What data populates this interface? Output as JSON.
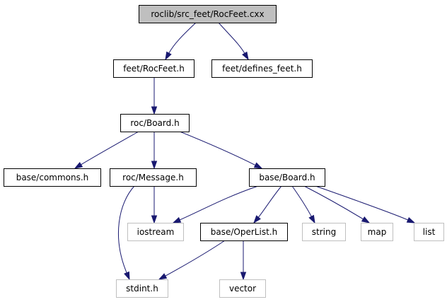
{
  "diagram": {
    "colors": {
      "edge": "#191970",
      "root_fill": "#bfbfbf",
      "node_border": "#000000",
      "external_border": "#bfbfbf",
      "text": "#000000"
    },
    "nodes": [
      {
        "id": "root",
        "label": "roclib/src_feet/RocFeet.cxx",
        "kind": "root"
      },
      {
        "id": "feet_rocfeet",
        "label": "feet/RocFeet.h",
        "kind": "internal"
      },
      {
        "id": "feet_defines",
        "label": "feet/defines_feet.h",
        "kind": "internal"
      },
      {
        "id": "roc_board",
        "label": "roc/Board.h",
        "kind": "internal"
      },
      {
        "id": "base_commons",
        "label": "base/commons.h",
        "kind": "internal"
      },
      {
        "id": "roc_message",
        "label": "roc/Message.h",
        "kind": "internal"
      },
      {
        "id": "base_board",
        "label": "base/Board.h",
        "kind": "internal"
      },
      {
        "id": "iostream",
        "label": "iostream",
        "kind": "external"
      },
      {
        "id": "base_operlist",
        "label": "base/OperList.h",
        "kind": "internal"
      },
      {
        "id": "string",
        "label": "string",
        "kind": "external"
      },
      {
        "id": "map",
        "label": "map",
        "kind": "external"
      },
      {
        "id": "list",
        "label": "list",
        "kind": "external"
      },
      {
        "id": "stdint",
        "label": "stdint.h",
        "kind": "external"
      },
      {
        "id": "vector",
        "label": "vector",
        "kind": "external"
      }
    ],
    "edges": [
      {
        "from": "root",
        "to": "feet_rocfeet"
      },
      {
        "from": "root",
        "to": "feet_defines"
      },
      {
        "from": "feet_rocfeet",
        "to": "roc_board"
      },
      {
        "from": "roc_board",
        "to": "base_commons"
      },
      {
        "from": "roc_board",
        "to": "roc_message"
      },
      {
        "from": "roc_board",
        "to": "base_board"
      },
      {
        "from": "roc_message",
        "to": "iostream"
      },
      {
        "from": "roc_message",
        "to": "stdint"
      },
      {
        "from": "base_board",
        "to": "iostream"
      },
      {
        "from": "base_board",
        "to": "base_operlist"
      },
      {
        "from": "base_board",
        "to": "string"
      },
      {
        "from": "base_board",
        "to": "map"
      },
      {
        "from": "base_board",
        "to": "list"
      },
      {
        "from": "base_operlist",
        "to": "stdint"
      },
      {
        "from": "base_operlist",
        "to": "vector"
      }
    ]
  }
}
